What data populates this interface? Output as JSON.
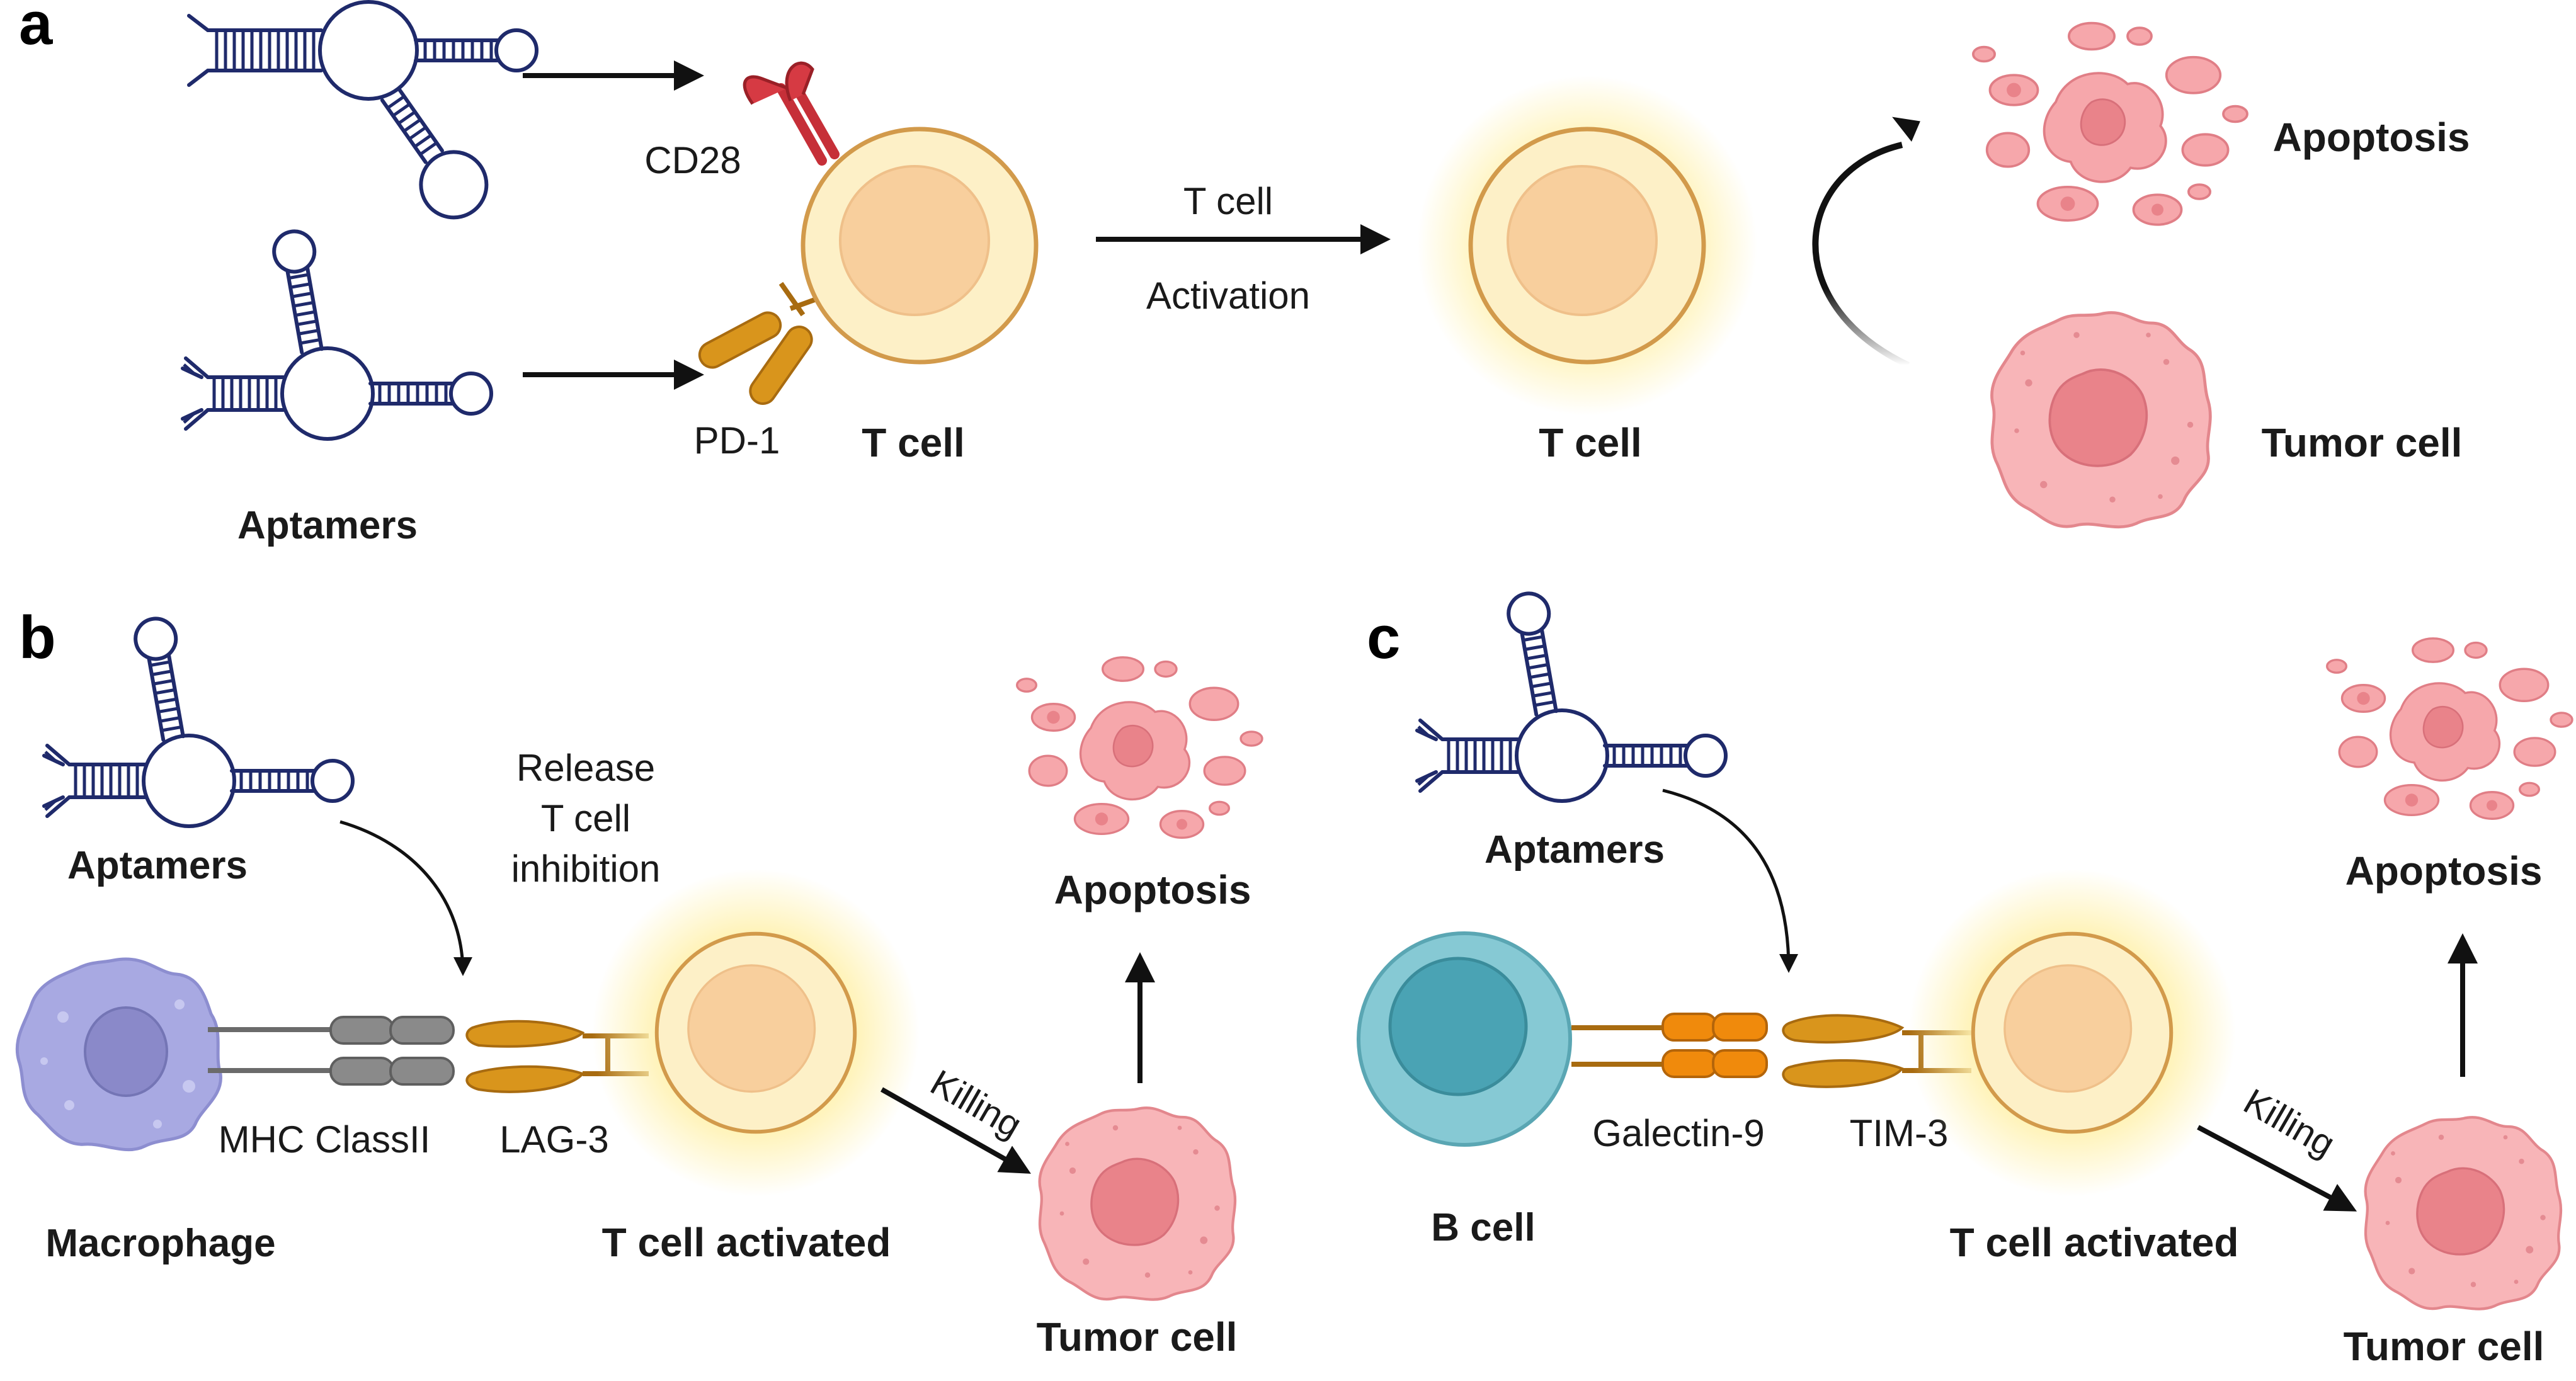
{
  "panels": {
    "a": {
      "letter": "a",
      "aptamers_label": "Aptamers",
      "cd28_label": "CD28",
      "pd1_label": "PD-1",
      "tcell_label": "T cell",
      "activation_line1": "T cell",
      "activation_line2": "Activation",
      "tcell_active_label": "T cell",
      "apoptosis_label": "Apoptosis",
      "tumor_label": "Tumor cell"
    },
    "b": {
      "letter": "b",
      "aptamers_label": "Aptamers",
      "release_line1": "Release",
      "release_line2": "T cell",
      "release_line3": "inhibition",
      "mhc_label": "MHC ClassII",
      "lag3_label": "LAG-3",
      "macrophage_label": "Macrophage",
      "tcell_label": "T cell activated",
      "killing_label": "Killing",
      "apoptosis_label": "Apoptosis",
      "tumor_label": "Tumor cell"
    },
    "c": {
      "letter": "c",
      "aptamers_label": "Aptamers",
      "galectin_label": "Galectin-9",
      "tim3_label": "TIM-3",
      "bcell_label": "B cell",
      "tcell_label": "T cell activated",
      "killing_label": "Killing",
      "apoptosis_label": "Apoptosis",
      "tumor_label": "Tumor cell"
    }
  },
  "colors": {
    "aptamer": "#1f2a6b",
    "tcell_outer": "#fdf0c7",
    "tcell_nucleus": "#f8cf9d",
    "tumor": "#f5a9ad",
    "macrophage": "#a8a9e2",
    "bcell": "#86c9d4",
    "cd28": "#d63a43",
    "receptor": "#d9951c",
    "galectin": "#f08a0c",
    "mhc": "#8a8a8a"
  }
}
